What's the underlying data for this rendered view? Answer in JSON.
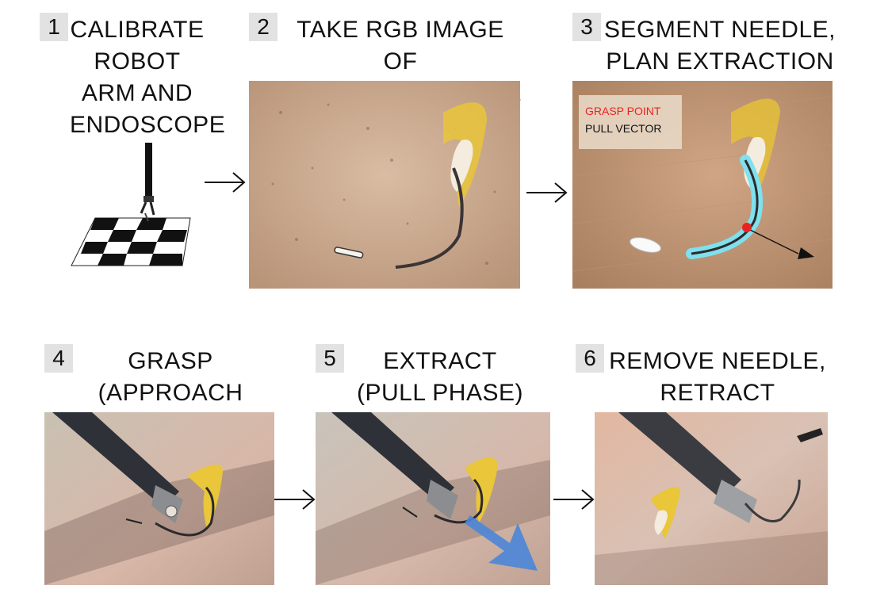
{
  "steps": [
    {
      "number": "1",
      "title": "CALIBRATE\nROBOT\nARM AND\nENDOSCOPE"
    },
    {
      "number": "2",
      "title": "TAKE RGB IMAGE OF\nEMBEDDED NEEDLE"
    },
    {
      "number": "3",
      "title": "SEGMENT NEEDLE,\nPLAN EXTRACTION"
    },
    {
      "number": "4",
      "title": "GRASP\n(APPROACH PHASE)"
    },
    {
      "number": "5",
      "title": "EXTRACT\n(PULL PHASE)"
    },
    {
      "number": "6",
      "title": "REMOVE NEEDLE,\nRETRACT GRIPPER"
    }
  ],
  "legend": {
    "grasp_point": "GRASP POINT",
    "pull_vector": "PULL VECTOR"
  },
  "colors": {
    "badge": "#e2e2e2",
    "tissue": "#c9a184",
    "grasp_point": "#e8231f",
    "segmentation": "#7fe0ee",
    "pull_arrow": "#4a86d8"
  },
  "icons": [
    "robot-arm-icon",
    "checkerboard-icon",
    "arrow-right-icon"
  ]
}
